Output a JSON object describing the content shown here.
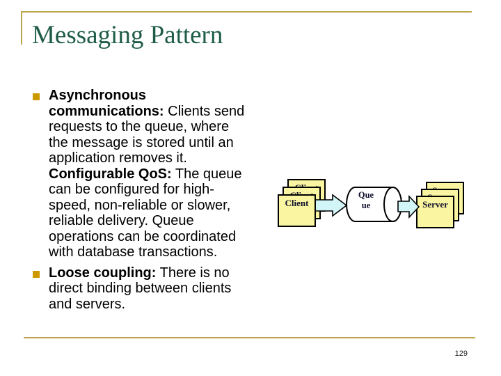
{
  "slide": {
    "title": "Messaging Pattern",
    "page_number": "129"
  },
  "bullets": [
    {
      "segments": [
        {
          "bold": true,
          "text": "Asynchronous communications:"
        },
        {
          "bold": false,
          "text": " Clients send requests to the queue, where the message is stored until an application removes it. "
        },
        {
          "bold": true,
          "text": "Configurable QoS:"
        },
        {
          "bold": false,
          "text": " The queue can be configured for high-speed, non-reliable or slower, reliable delivery. Queue operations can be coordinated with database transactions."
        }
      ]
    },
    {
      "segments": [
        {
          "bold": true,
          "text": "Loose coupling:"
        },
        {
          "bold": false,
          "text": " There is no direct binding between clients and servers."
        }
      ]
    }
  ],
  "diagram": {
    "client_label": "Client",
    "server_label": "Server",
    "queue_label": "Queue",
    "queue_label_lines": [
      "Que",
      "ue"
    ]
  },
  "colors": {
    "title_green": "#1e5c48",
    "rule_gold": "#bca64f",
    "bullet_gold": "#cc9900",
    "box_yellow": "#faf5a0",
    "arrow_cyan": "#d2f6f8"
  }
}
